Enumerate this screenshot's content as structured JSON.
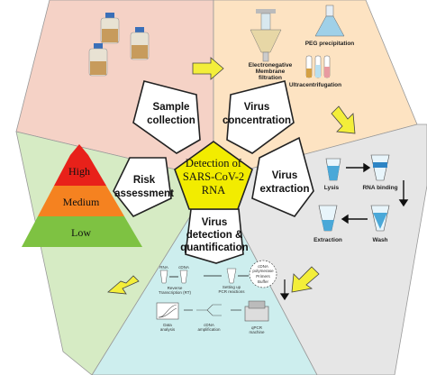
{
  "center": {
    "line1": "Detection of",
    "line2": "SARS-CoV-2",
    "line3": "RNA"
  },
  "steps": {
    "sample_collection": {
      "line1": "Sample",
      "line2": "collection"
    },
    "virus_concentration": {
      "line1": "Virus",
      "line2": "concentration"
    },
    "virus_extraction": {
      "line1": "Virus",
      "line2": "extraction"
    },
    "virus_detection": {
      "line1": "Virus",
      "line2": "detection &",
      "line3": "quantification"
    },
    "risk_assessment": {
      "line1": "Risk",
      "line2": "assessment"
    }
  },
  "concentration": {
    "membrane_line1": "Electronegative",
    "membrane_line2": "Membrane",
    "membrane_line3": "filtration",
    "peg": "PEG precipitation",
    "ultra": "Ultracentrifugation"
  },
  "extraction": {
    "lysis": "Lysis",
    "rna_binding": "RNA binding",
    "wash": "Wash",
    "extraction": "Extraction"
  },
  "detection": {
    "rna": "RNA",
    "cdna": "cDNA",
    "rt_line1": "Reverse",
    "rt_line2": "Transcription (RT)",
    "setup_line1": "Setting up",
    "setup_line2": "PCR reactions",
    "mix_line1": "cDNA",
    "mix_line2": "polymerase",
    "mix_line3": "Primers",
    "mix_line4": "Buffer",
    "qpcr_line1": "qPCR",
    "qpcr_line2": "machine",
    "amp_line1": "cDNA",
    "amp_line2": "amplification",
    "data_line1": "Data",
    "data_line2": "analysis"
  },
  "risk": {
    "high": "High",
    "medium": "Medium",
    "low": "Low"
  },
  "colors": {
    "sample_bg": "#f5d2c6",
    "concentration_bg": "#fde3c2",
    "extraction_bg": "#e6e6e6",
    "detection_bg": "#cdeeee",
    "risk_bg": "#d6ebc4",
    "center": "#f2ec00",
    "arrow": "#f3ee3a"
  }
}
